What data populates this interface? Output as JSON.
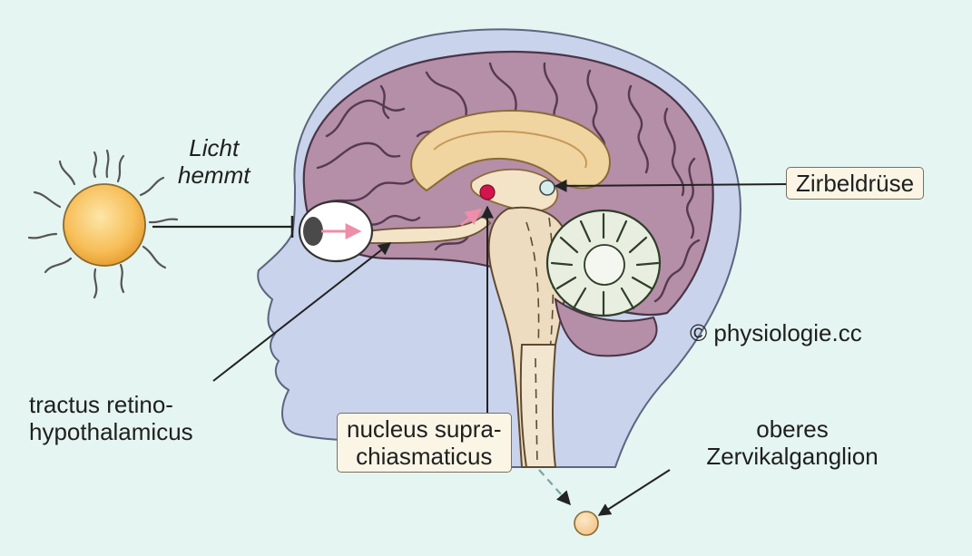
{
  "labels": {
    "licht_line1": "Licht",
    "licht_line2": "hemmt",
    "zirbeldruese": "Zirbeldrüse",
    "copyright": "© physiologie.cc",
    "tractus_line1": "tractus retino-",
    "tractus_line2": "hypothalamicus",
    "nucleus_line1": "nucleus supra-",
    "nucleus_line2": "chiasmaticus",
    "ganglion_line1": "oberes",
    "ganglion_line2": "Zervikalganglion"
  },
  "colors": {
    "background": "#e5f5f1",
    "head": "#c9d3ec",
    "cortex": "#b58ea7",
    "corpus": "#f1d5a0",
    "brainstem": "#eedcc0",
    "cerebellum": "#e9efe0",
    "sun": "#f7be58",
    "nucleus_dot": "#d4144c",
    "light_arrow": "#ee8ea8"
  }
}
